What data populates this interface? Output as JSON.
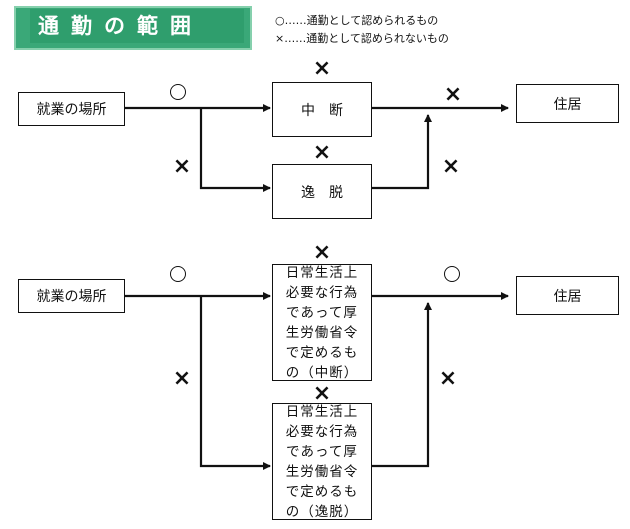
{
  "title": "通勤の範囲",
  "legend": {
    "allowed": "○……通勤として認められるもの",
    "not_allowed": "×……通勤として認められないもの"
  },
  "top": {
    "workplace": "就業の場所",
    "suspension": "中断",
    "deviation": "逸脱",
    "residence": "住居"
  },
  "bottom": {
    "workplace": "就業の場所",
    "suspension": "日常生活上\n必要な行為\nであって厚\n生労働省令\nで定めるも\nの（中断）",
    "deviation": "日常生活上\n必要な行為\nであって厚\n生労働省令\nで定めるも\nの（逸脱）",
    "residence": "住居"
  },
  "marks": {
    "cross": "×"
  }
}
